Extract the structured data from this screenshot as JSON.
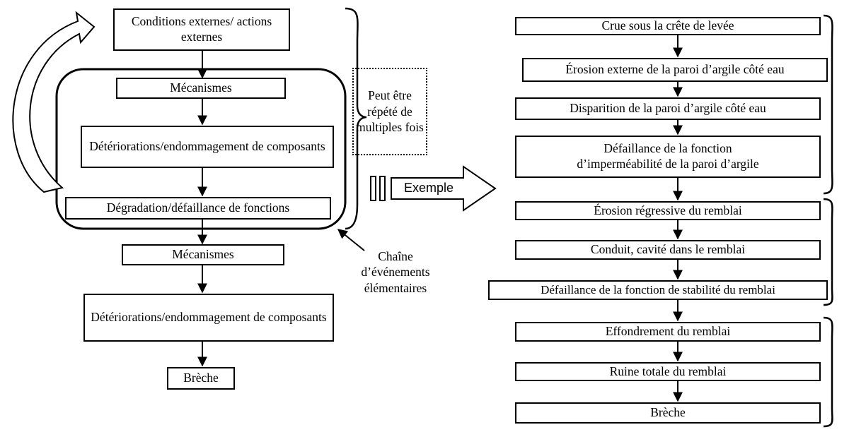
{
  "left_chain": {
    "boxes": [
      "Conditions externes/ actions externes",
      "Mécanismes",
      "Détériorations/endommagement de composants",
      "Dégradation/défaillance de fonctions",
      "Mécanismes",
      "Détériorations/endommagement de composants",
      "Brèche"
    ],
    "repeat_note": "Peut être répété de multiples fois",
    "chain_label": "Chaîne d’événements élémentaires"
  },
  "example_arrow_label": "Exemple",
  "right_chain": {
    "boxes": [
      "Crue sous la crête de levée",
      "Érosion externe de la paroi d’argile côté eau",
      "Disparition de la paroi d’argile côté eau",
      "Défaillance de la fonction d’imperméabilité de la paroi d’argile",
      "Érosion régressive du remblai",
      "Conduit, cavité dans le remblai",
      "Défaillance de la fonction de stabilité du remblai",
      "Effondrement du remblai",
      "Ruine totale du remblai",
      "Brèche"
    ]
  }
}
